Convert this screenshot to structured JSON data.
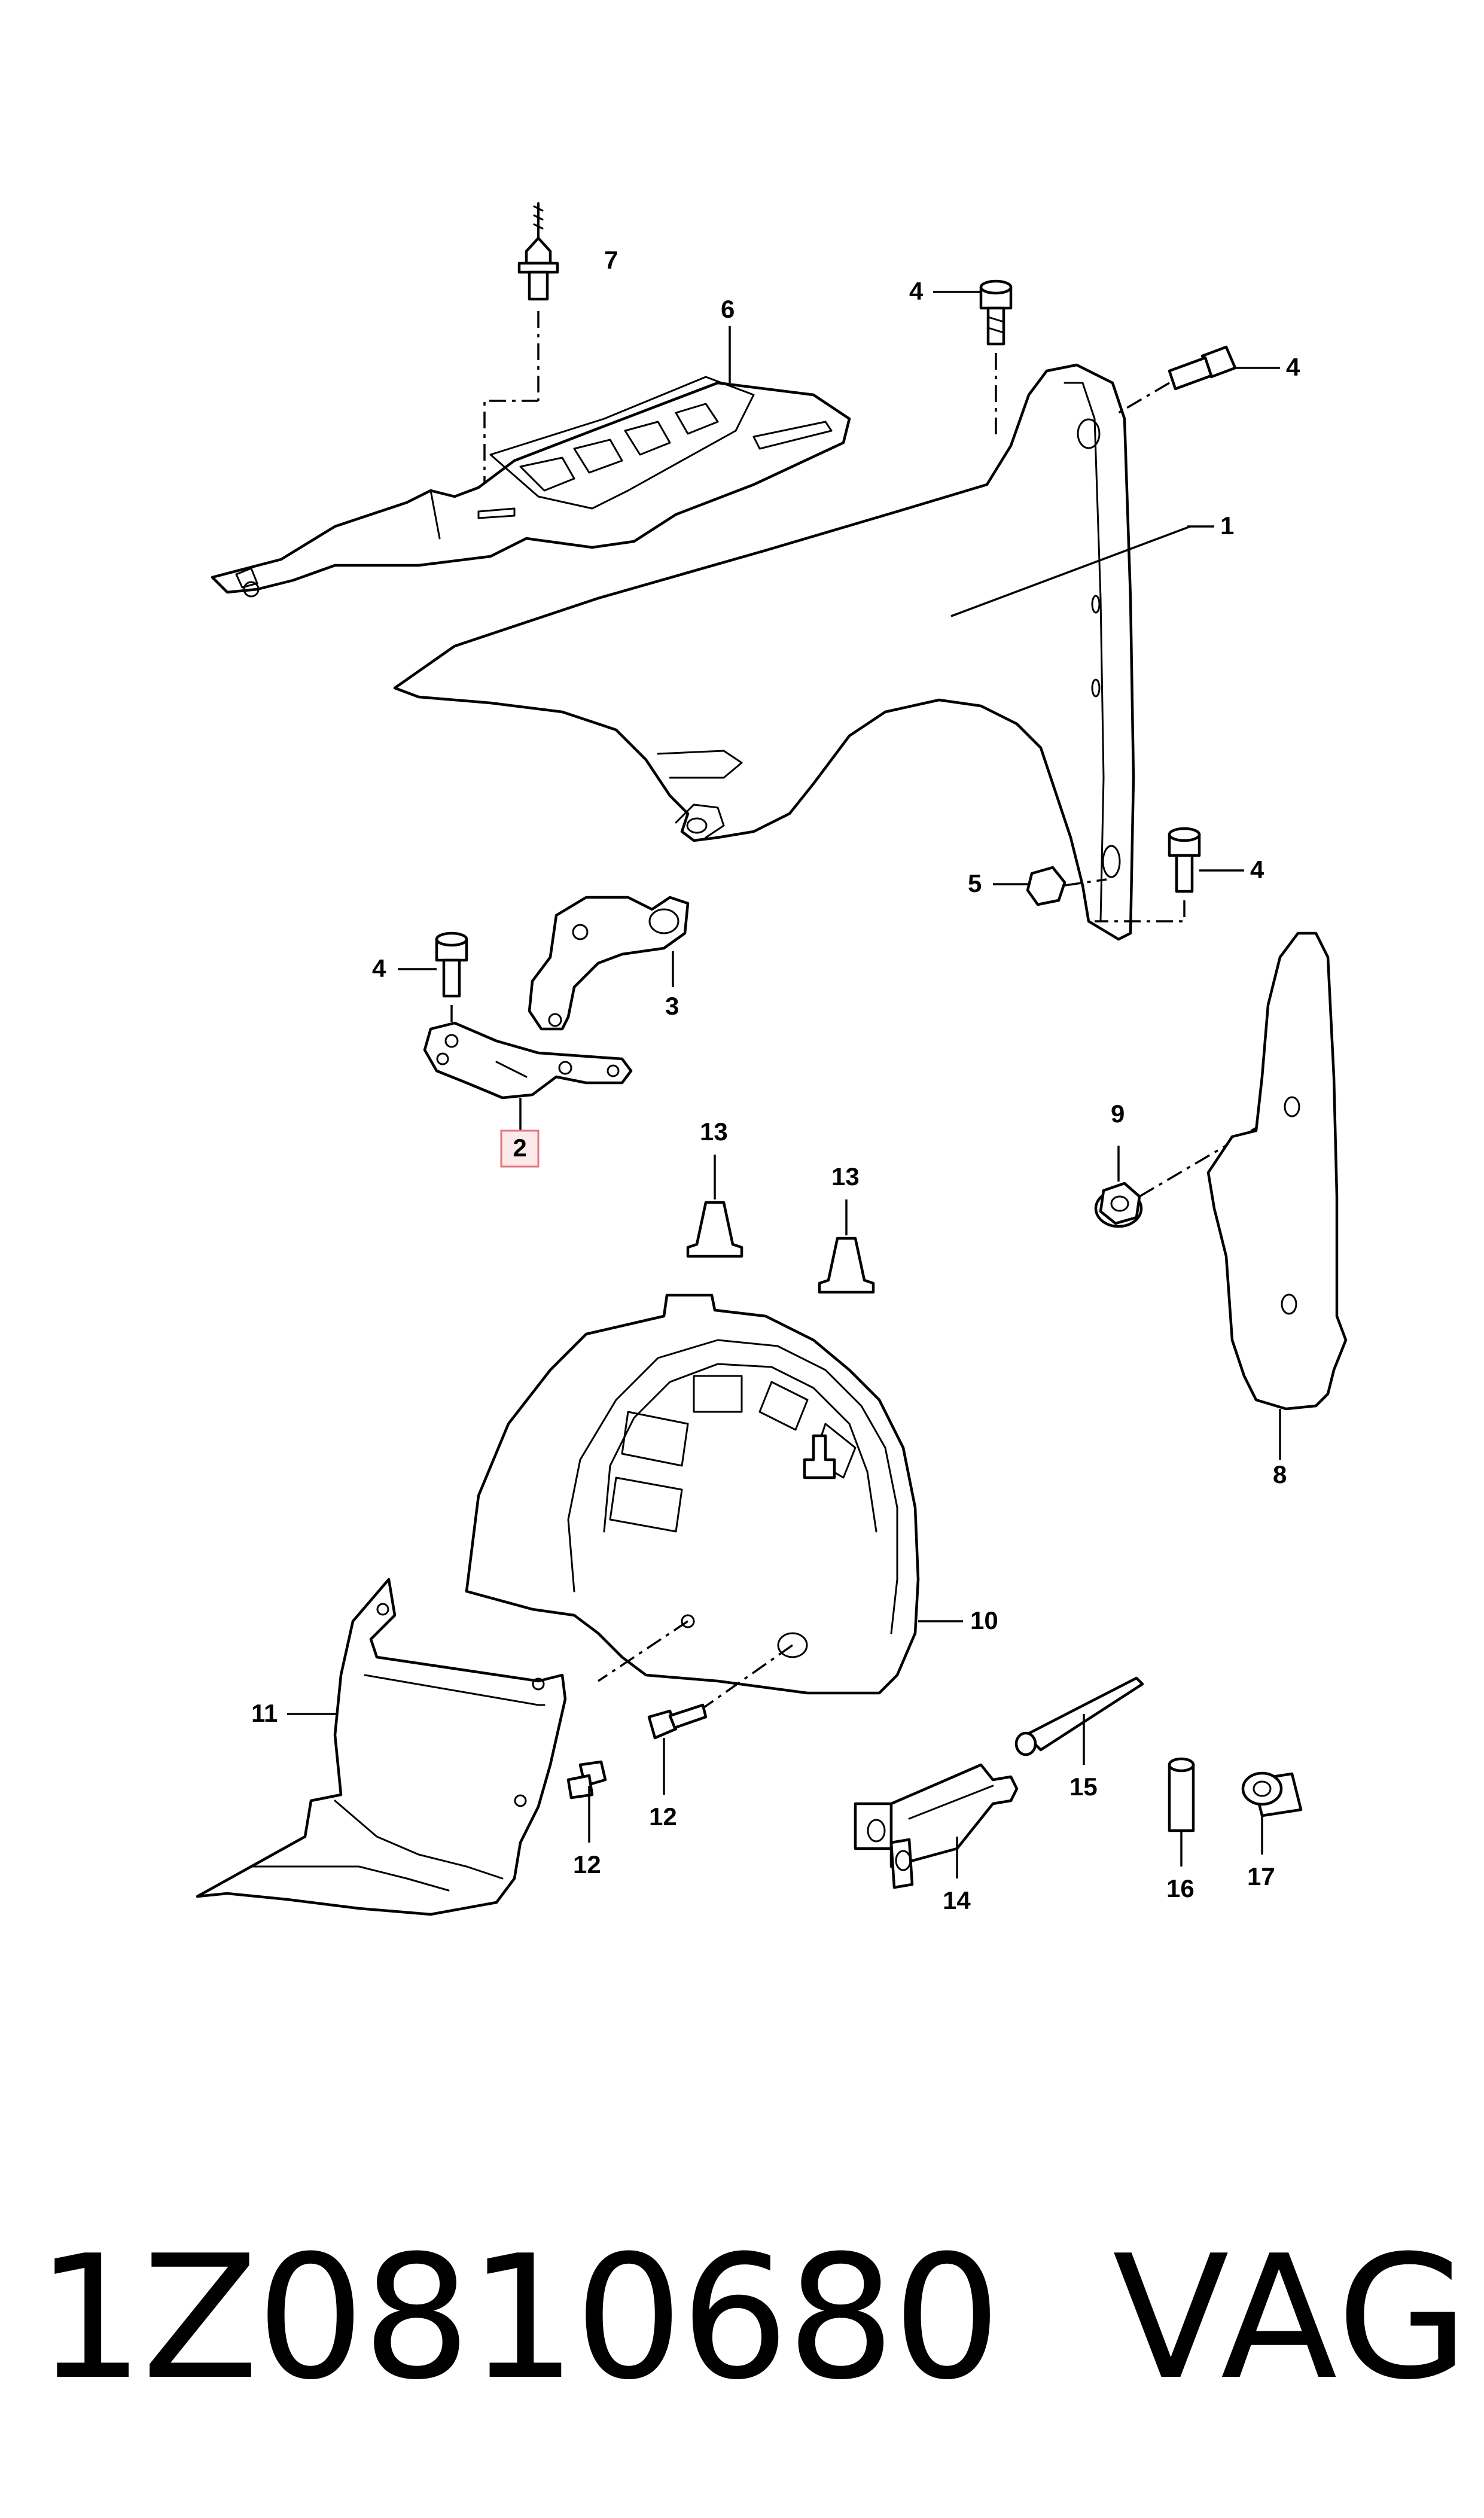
{
  "callouts": {
    "c1": "1",
    "c2": "2",
    "c3": "3",
    "c4a": "4",
    "c4b": "4",
    "c4c": "4",
    "c4d": "4",
    "c5": "5",
    "c6": "6",
    "c7": "7",
    "c8": "8",
    "c9": "9",
    "c10": "10",
    "c11": "11",
    "c12a": "12",
    "c12b": "12",
    "c13a": "13",
    "c13b": "13",
    "c14": "14",
    "c15": "15",
    "c16": "16",
    "c17": "17"
  },
  "highlight": {
    "callout": "2",
    "color": "#e0777f",
    "fill": "#fde8ea"
  },
  "footer": {
    "part_number": "1Z0810680",
    "brand": "VAG"
  }
}
